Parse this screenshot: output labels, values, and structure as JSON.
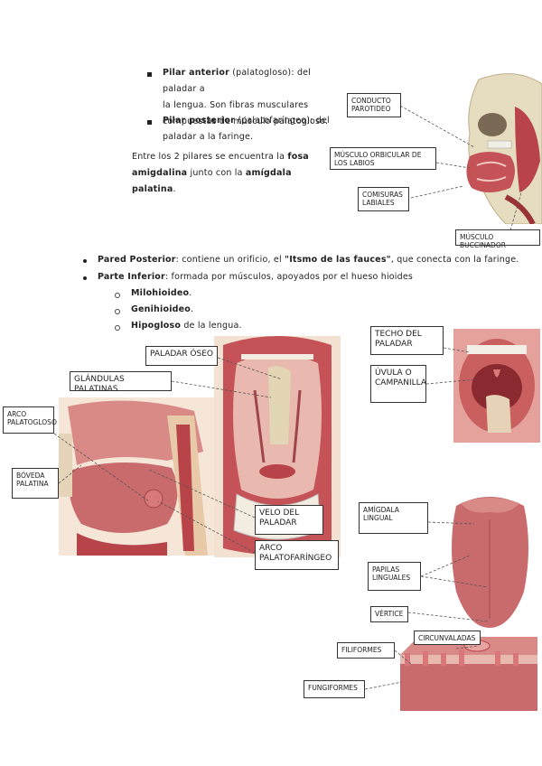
{
  "top_list": {
    "pilar_anterior": {
      "term": "Pilar anterior",
      "text1": " (palatogloso): del paladar a",
      "text2": "la lengua. Son fibras musculares",
      "text3": "compuestas de músculo palatogloso."
    },
    "pilar_posterior": {
      "term": "Pilar posterior",
      "text1": " (palatofaríngeo): del",
      "text2": "paladar a la faringe."
    },
    "fosa_para": {
      "p1": "Entre los 2 pilares se encuentra la ",
      "b1": "fosa",
      "b2": "amigdalina",
      "p2": " junto con la ",
      "b3": "amígdala palatina",
      "p3": "."
    }
  },
  "main_list": {
    "pared_posterior": {
      "term": "Pared Posterior",
      "p1": ": contiene un orificio, el ",
      "b1": "\"Itsmo de las fauces\"",
      "p2": ", que conecta con la faringe."
    },
    "parte_inferior": {
      "term": "Parte Inferior",
      "p1": ": formada por músculos, apoyados por el hueso hioides"
    },
    "sub": [
      {
        "term": "Milohioideo",
        "rest": "."
      },
      {
        "term": "Genihioideo",
        "rest": "."
      },
      {
        "term": "Hipogloso",
        "rest": " de la lengua."
      }
    ]
  },
  "labels": {
    "conducto_parotideo": "CONDUCTO PAROTIDEO",
    "musculo_orbicular": "MÚSCULO ORBICULAR DE LOS LABIOS",
    "comisuras_labiales": "COMISURAS LABIALES",
    "musculo_buccinador": "MÚSCULO BUCCINADOR",
    "paladar_oseo": "PALADAR ÓSEO",
    "glandulas_palatinas": "GLÁNDULAS PALATINAS",
    "arco_palatogloso": "ARCO PALATOGLOSO",
    "boveda_palatina": "BÓVEDA PALATINA",
    "velo_del_paladar": "VELO DEL PALADAR",
    "arco_palatofaringeo": "ARCO PALATOFARÍNGEO",
    "techo_del_paladar": "TECHO DEL PALADAR",
    "uvula_campanilla": "ÚVULA O CAMPANILLA",
    "amigdala_lingual": "AMÍGDALA LINGUAL",
    "papilas_linguales": "PAPILAS LINGUALES",
    "vertice": "VÉRTICE",
    "circunvaladas": "CIRCUNVALADAS",
    "filiformes": "FILIFORMES",
    "fungiformes": "FUNGIFORMES"
  },
  "colors": {
    "muscle": "#b8444a",
    "bone": "#e3d6b4",
    "mucosa": "#d98a86",
    "tongue": "#c96a6c"
  }
}
